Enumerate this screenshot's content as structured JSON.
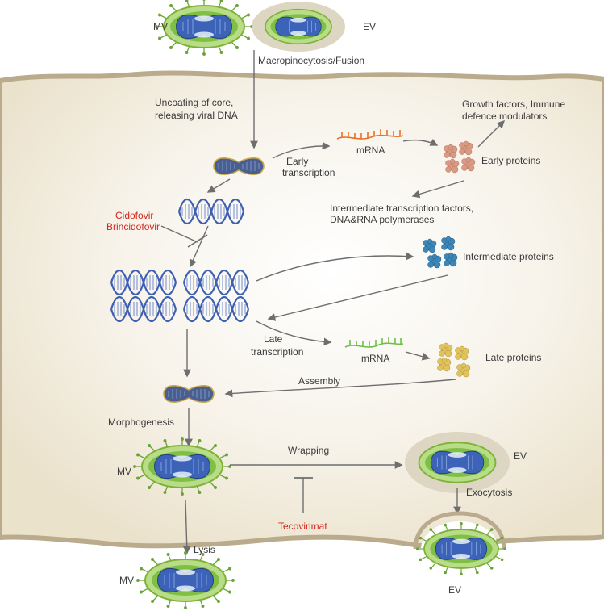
{
  "labels": {
    "mv_top": "MV",
    "ev_top": "EV",
    "entry": "Macropinocytosis/Fusion",
    "uncoating_1": "Uncoating of core,",
    "uncoating_2": "releasing viral DNA",
    "early_tx_1": "Early",
    "early_tx_2": "transcription",
    "mrna_early": "mRNA",
    "growth_1": "Growth factors, Immune",
    "growth_2": "defence modulators",
    "early_proteins": "Early proteins",
    "inter_tf_1": "Intermediate transcription factors,",
    "inter_tf_2": "DNA&RNA polymerases",
    "cidofovir": "Cidofovir",
    "brincidofovir": "Brincidofovir",
    "intermediate_proteins": "Intermediate proteins",
    "late_tx_1": "Late",
    "late_tx_2": "transcription",
    "mrna_late": "mRNA",
    "late_proteins": "Late proteins",
    "assembly": "Assembly",
    "morphogenesis": "Morphogenesis",
    "mv_mid": "MV",
    "wrapping": "Wrapping",
    "ev_mid": "EV",
    "exocytosis": "Exocytosis",
    "tecovirimat": "Tecovirimat",
    "lysis": "Lysis",
    "mv_bottom": "MV",
    "ev_bottom": "EV"
  },
  "colors": {
    "cell": "#f3eee3",
    "membrane": "#b9ab8c",
    "dna": "#4f68b5",
    "mrna_early": "#e8702a",
    "mrna_late": "#6cbf4a",
    "early_protein": "#d99a84",
    "intermediate_protein": "#3c86b8",
    "late_protein": "#e0c35c",
    "virion_coat": "#8cc63f",
    "virion_core": "#4f68b5",
    "ev_halo": "#dcd6c2",
    "drug_text": "#d2261c"
  }
}
